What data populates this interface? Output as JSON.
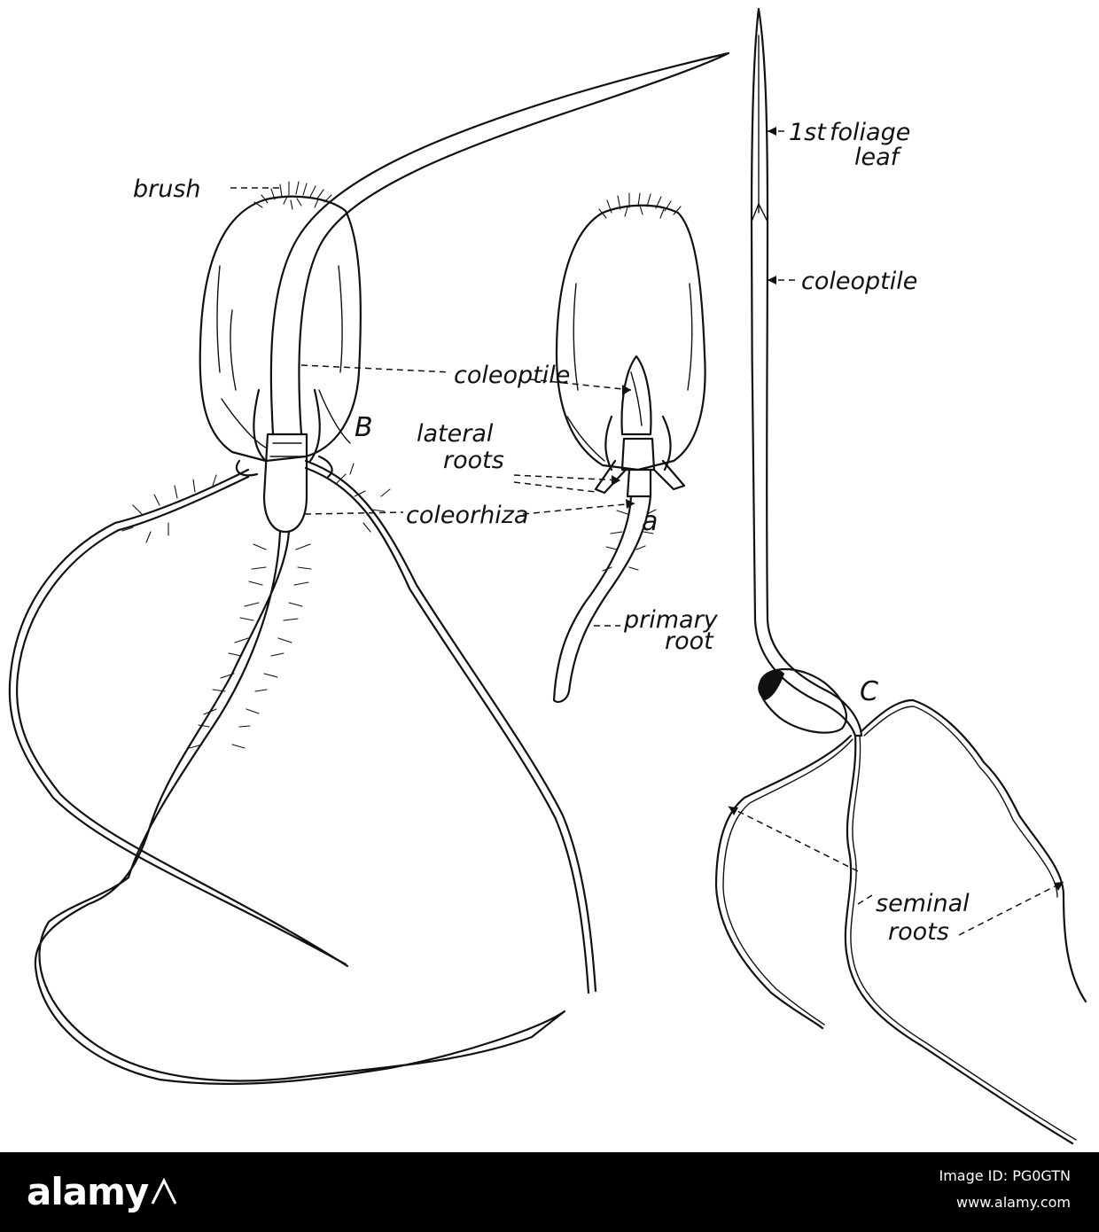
{
  "diagram": {
    "labels": {
      "brush": "brush",
      "coleoptile_center": "coleoptile",
      "coleoptile_right": "coleoptile",
      "lateral_roots_line1": "lateral",
      "lateral_roots_line2": "roots",
      "coleorhiza": "coleorhiza",
      "primary_root_line1": "primary",
      "primary_root_line2": "root",
      "first_leaf_line1": "1st",
      "first_leaf_line2": "foliage",
      "first_leaf_line3": "leaf",
      "seminal_roots_line1": "seminal",
      "seminal_roots_line2": "roots",
      "letter_B": "B",
      "letter_a": "a",
      "letter_C": "C"
    }
  },
  "footer": {
    "brand": "alamy",
    "image_id": "Image ID: PG0GTN",
    "url": "www.alamy.com"
  }
}
